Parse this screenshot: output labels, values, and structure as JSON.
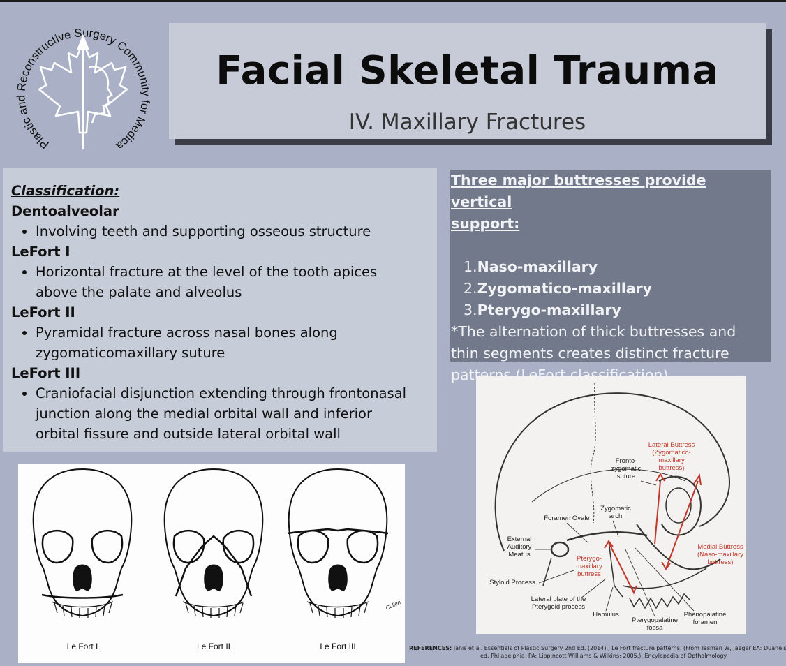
{
  "logo": {
    "ring_text": "Plastic and Reconstructive Surgery Community for Medical Students"
  },
  "header": {
    "title": "Facial Skeletal Trauma",
    "subtitle": "IV. Maxillary Fractures"
  },
  "classification": {
    "heading": "Classification:",
    "items": [
      {
        "name": "Dentoalveolar",
        "lines": [
          "Involving teeth and supporting osseous structure"
        ]
      },
      {
        "name": "LeFort I",
        "lines": [
          "Horizontal fracture at the level of the tooth apices",
          "above the palate and alveolus"
        ]
      },
      {
        "name": "LeFort II",
        "lines": [
          "Pyramidal fracture across nasal bones along",
          "zygomaticomaxillary suture"
        ]
      },
      {
        "name": "LeFort III",
        "lines": [
          "Craniofacial disjunction extending through frontonasal",
          "junction along the medial orbital wall and inferior",
          "orbital fissure and outside lateral orbital wall"
        ]
      }
    ]
  },
  "buttresses": {
    "heading_line1": "Three major buttresses provide vertical",
    "heading_line2": "support:",
    "list": [
      {
        "num": "1.",
        "label": "Naso-maxillary"
      },
      {
        "num": "2.",
        "label": "Zygomatico-maxillary"
      },
      {
        "num": "3.",
        "label": "Pterygo-maxillary"
      }
    ],
    "note_lines": [
      "*The alternation of thick buttresses and",
      "thin segments creates distinct fracture",
      "patterns (LeFort classification)"
    ]
  },
  "figure_left": {
    "captions": [
      "Le Fort I",
      "Le Fort II",
      "Le Fort III"
    ],
    "signature": "Cullen"
  },
  "figure_right": {
    "labels": {
      "lateral_1": "Lateral Buttress",
      "lateral_2": "(Zygomatico-",
      "lateral_3": "maxillary",
      "lateral_4": "buttress)",
      "fz_1": "Fronto-",
      "fz_2": "zygomatic",
      "fz_3": "suture",
      "zyg_1": "Zygomatic",
      "zyg_2": "arch",
      "foramen_ovale": "Foramen Ovale",
      "eam_1": "External",
      "eam_2": "Auditory",
      "eam_3": "Meatus",
      "medial_1": "Medial Buttress",
      "medial_2": "(Naso-maxillary",
      "medial_3": "buttress)",
      "ptery_1": "Pterygo-",
      "ptery_2": "maxillary",
      "ptery_3": "buttress",
      "styloid": "Styloid Process",
      "lat_plate_1": "Lateral plate of the",
      "lat_plate_2": "Pterygoid process",
      "hamulus": "Hamulus",
      "ppf_1": "Pterygopalatine",
      "ppf_2": "fossa",
      "pheno_1": "Phenopalatine",
      "pheno_2": "foramen"
    },
    "colors": {
      "red": "#c0392b",
      "ink": "#333333"
    }
  },
  "references": {
    "label": "REFERENCES:",
    "line1": "Janis et al. Essentials of Plastic Surgery 2nd Ed. (2014)., Le Fort fracture patterns. (From Tasman W, Jaeger EA: Duane's Ophthalmolo",
    "line2": "ed. Philadelphia, PA: Lippincott Williams & Wilkins; 2005.), Encylopedia of Opthalmology"
  }
}
